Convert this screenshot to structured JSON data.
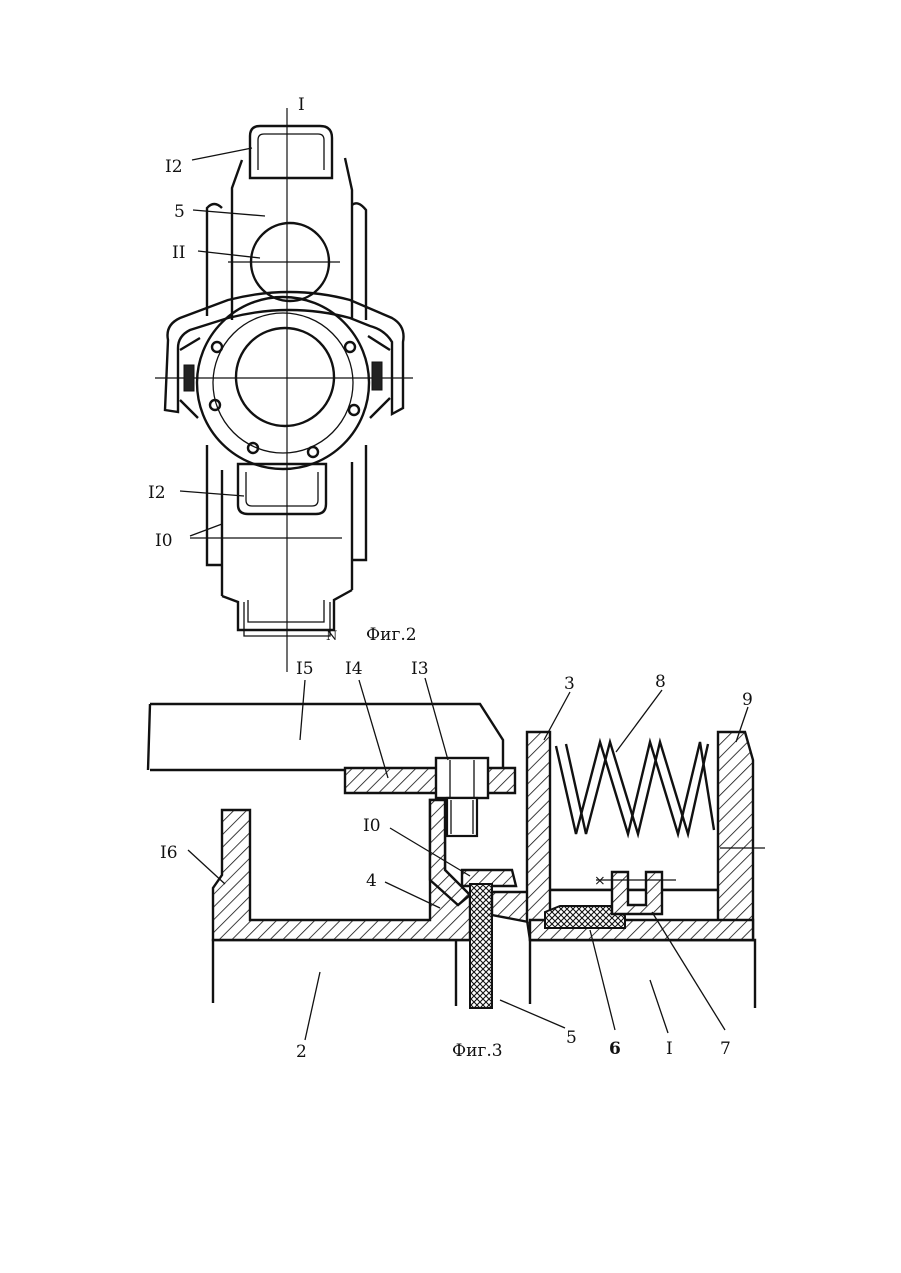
{
  "figure2": {
    "caption": "Фиг.2",
    "labels": {
      "top_axis": "I",
      "handle_top": "I2",
      "body": "5",
      "ball": "II",
      "handle_bottom": "I2",
      "rails": "I0",
      "corner_mark": "N"
    }
  },
  "figure3": {
    "caption": "Фиг.3",
    "labels": {
      "l15": "I5",
      "l14": "I4",
      "l13": "I3",
      "l3": "3",
      "l8": "8",
      "l9": "9",
      "l16": "I6",
      "l10": "I0",
      "l4": "4",
      "l2": "2",
      "l5": "5",
      "l6": "6",
      "l1": "I",
      "l7": "7"
    }
  }
}
